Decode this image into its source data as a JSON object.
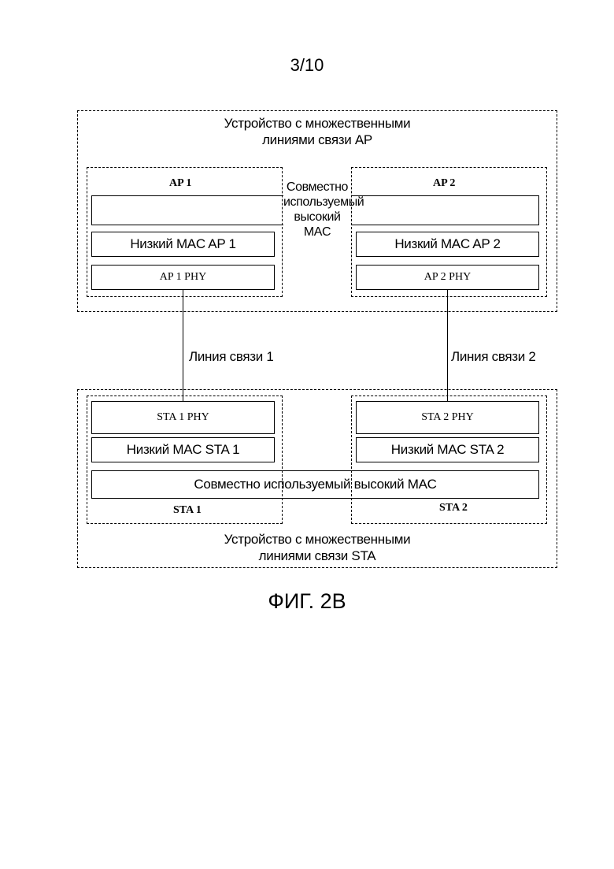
{
  "page_number": "3/10",
  "figure_caption": "ФИГ. 2B",
  "ap_device": {
    "title_line1": "Устройство с множественными",
    "title_line2": "линиями связи AP",
    "shared_mac_lines": [
      "Совместно",
      "используемый",
      "высокий",
      "MAC"
    ],
    "ap1": {
      "label": "AP 1",
      "low_mac": "Низкий MAC AP 1",
      "phy": "AP 1 PHY"
    },
    "ap2": {
      "label": "AP 2",
      "low_mac": "Низкий MAC AP 2",
      "phy": "AP 2 PHY"
    }
  },
  "links": {
    "link1": "Линия связи 1",
    "link2": "Линия связи 2"
  },
  "sta_device": {
    "title_line1": "Устройство с множественными",
    "title_line2": "линиями связи STA",
    "shared_mac": "Совместно используемый высокий MAC",
    "sta1": {
      "label": "STA 1",
      "phy": "STA 1 PHY",
      "low_mac": "Низкий  MAC STA 1"
    },
    "sta2": {
      "label": "STA 2",
      "phy": "STA 2 PHY",
      "low_mac": "Низкий  MAC STA 2"
    }
  }
}
